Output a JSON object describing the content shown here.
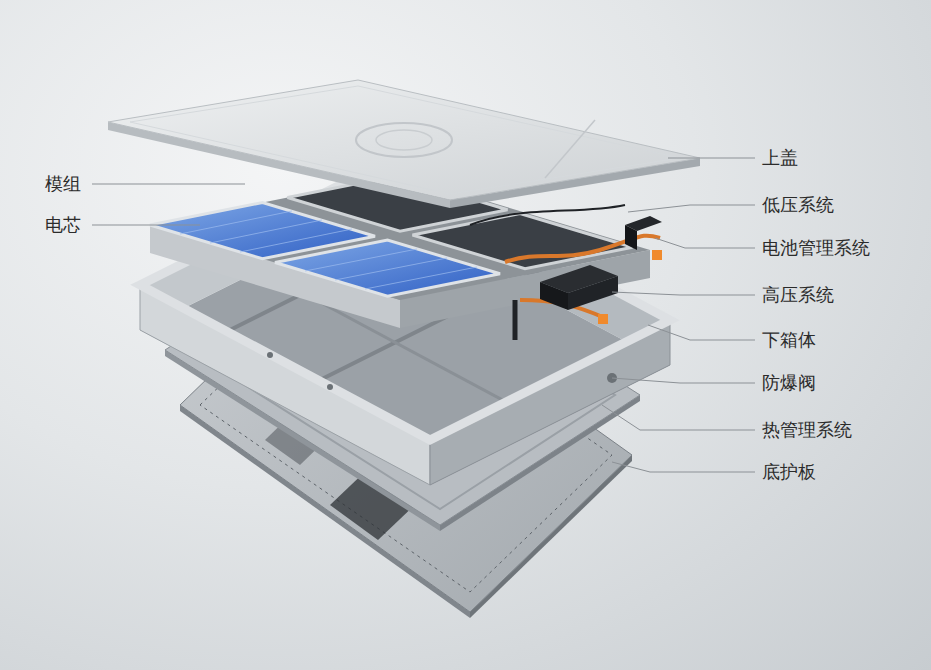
{
  "diagram": {
    "labels": [
      "模组",
      "电芯",
      "上盖",
      "低压系统",
      "电池管理系统",
      "高压系统",
      "下箱体",
      "防爆阀",
      "热管理系统",
      "底护板"
    ]
  }
}
